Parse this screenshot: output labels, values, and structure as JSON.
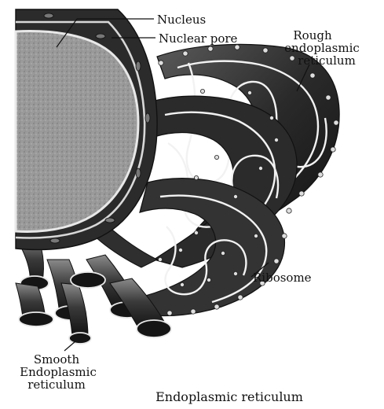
{
  "labels": {
    "nucleus": "Nucleus",
    "nuclear_pore": "Nuclear pore",
    "rough_er_line1": "Rough",
    "rough_er_line2": "endoplasmic",
    "rough_er_line3": "reticulum",
    "ribosome": "Ribosome",
    "smooth_er_line1": "Smooth",
    "smooth_er_line2": "Endoplasmic",
    "smooth_er_line3": "reticulum"
  },
  "caption": "Endoplasmic reticulum",
  "colors": {
    "envelope": "#2b2b2b",
    "nucleoplasm": "#9a9a9a",
    "membrane_dark": "#1e1e1e",
    "membrane_mid": "#6a6a6a",
    "lumen_edge": "#f2f2f2",
    "ribosome": "#dedede"
  }
}
